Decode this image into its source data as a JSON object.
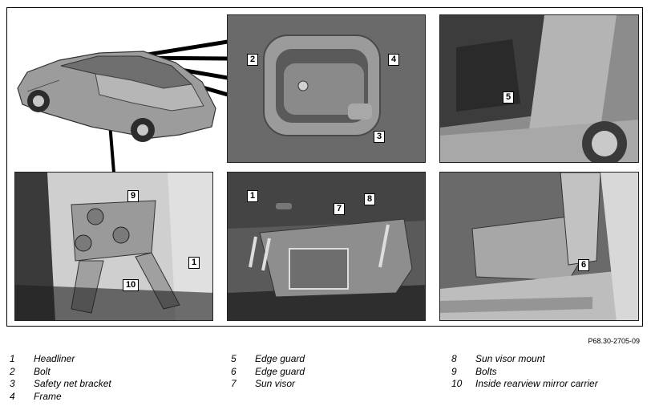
{
  "figure_ref": "P68.30-2705-09",
  "callouts": {
    "p2": [
      "2",
      "4",
      "3"
    ],
    "p3": [
      "5"
    ],
    "p4": [
      "9",
      "1",
      "10"
    ],
    "p5": [
      "1",
      "7",
      "8"
    ],
    "p6": [
      "6"
    ]
  },
  "legend": [
    [
      {
        "num": "1",
        "label": "Headliner"
      },
      {
        "num": "2",
        "label": "Bolt"
      },
      {
        "num": "3",
        "label": "Safety net bracket"
      },
      {
        "num": "4",
        "label": "Frame"
      }
    ],
    [
      {
        "num": "5",
        "label": "Edge guard"
      },
      {
        "num": "6",
        "label": "Edge guard"
      },
      {
        "num": "7",
        "label": "Sun visor"
      }
    ],
    [
      {
        "num": "8",
        "label": "Sun visor mount"
      },
      {
        "num": "9",
        "label": "Bolts"
      },
      {
        "num": "10",
        "label": "Inside rearview mirror carrier"
      }
    ]
  ]
}
